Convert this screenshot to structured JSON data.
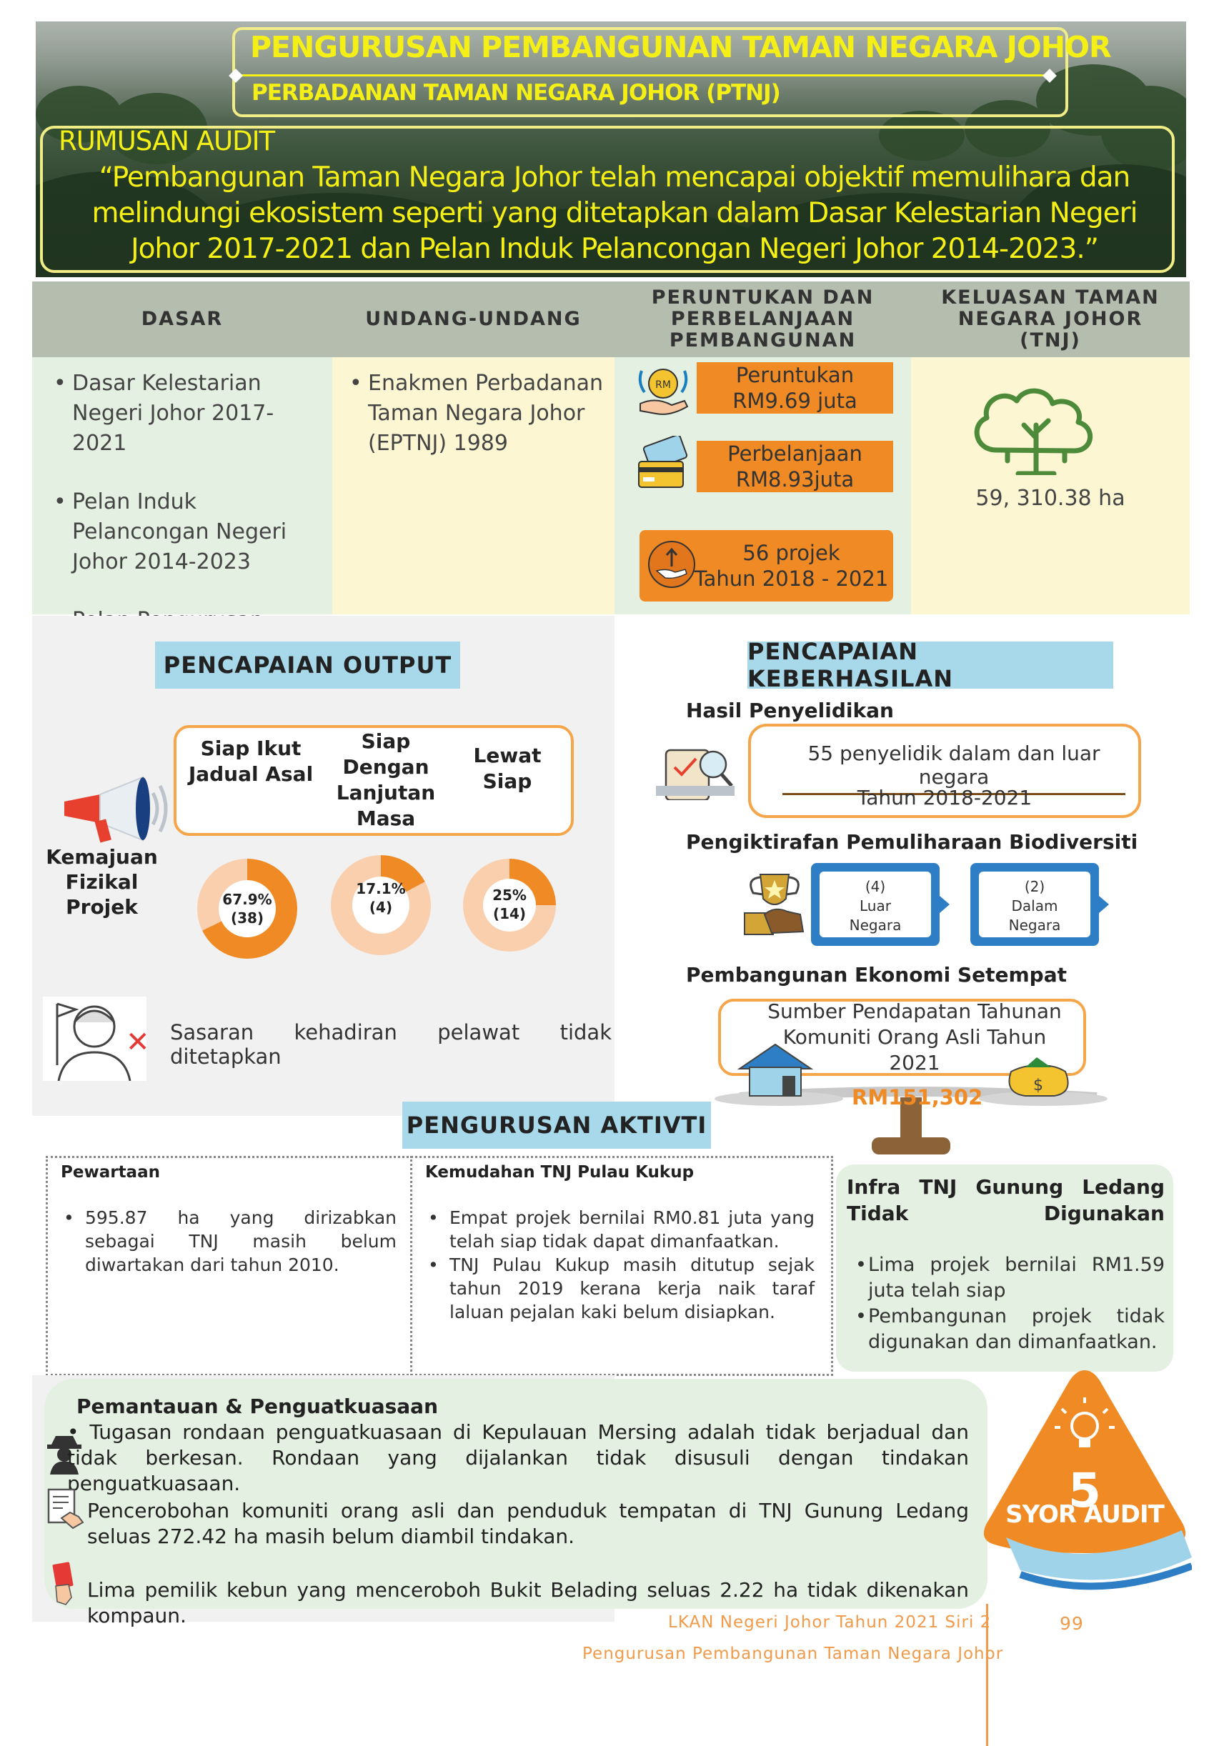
{
  "header": {
    "title": "PENGURUSAN PEMBANGUNAN TAMAN NEGARA JOHOR",
    "subtitle": "PERBADANAN TAMAN NEGARA JOHOR (PTNJ)",
    "rumusan_label": "RUMUSAN AUDIT",
    "rumusan_text": "“Pembangunan Taman Negara Johor telah mencapai objektif memulihara dan melindungi ekosistem seperti yang ditetapkan dalam Dasar Kelestarian Negeri Johor 2017-2021 dan Pelan Induk Pelancongan Negeri Johor 2014-2023.”"
  },
  "table": {
    "dasar": {
      "heading": "DASAR",
      "items": [
        "Dasar Kelestarian Negeri Johor 2017-2021",
        "Pelan Induk Pelancongan Negeri Johor 2014-2023",
        "Pelan Pengurusan Taman Negara Johor"
      ]
    },
    "undang": {
      "heading": "UNDANG-UNDANG",
      "items": [
        "Enakmen Perbadanan Taman Negara Johor (EPTNJ) 1989"
      ]
    },
    "peruntukan": {
      "heading": "PERUNTUKAN DAN PERBELANJAAN PEMBANGUNAN",
      "peruntukan_label": "Peruntukan",
      "peruntukan_value": "RM9.69 juta",
      "rm_icon_text": "RM",
      "perbelanjaan_label": "Perbelanjaan",
      "perbelanjaan_value": "RM8.93juta",
      "projek_count": "56 projek",
      "projek_years": "Tahun 2018 - 2021"
    },
    "keluasan": {
      "heading": "KELUASAN TAMAN NEGARA JOHOR (TNJ)",
      "value": "59, 310.38 ha"
    }
  },
  "output": {
    "title": "PENCAPAIAN OUTPUT",
    "categories": [
      "Siap Ikut Jadual Asal",
      "Siap Dengan Lanjutan Masa",
      "Lewat Siap"
    ],
    "kemajuan_label": "Kemajuan Fizikal Projek",
    "rings": [
      {
        "pct": "67.9%",
        "count": "(38)",
        "fraction": 0.679
      },
      {
        "pct": "17.1%",
        "count": "(4)",
        "fraction": 0.171
      },
      {
        "pct": "25%",
        "count": "(14)",
        "fraction": 0.25
      }
    ],
    "sasaran_text": "Sasaran kehadiran pelawat tidak ditetapkan"
  },
  "keberhasilan": {
    "title": "PENCAPAIAN KEBERHASILAN",
    "hasil_title": "Hasil Penyelidikan",
    "hasil_text": "55 penyelidik dalam dan luar negara",
    "hasil_years": "Tahun 2018-2021",
    "pengiktirafan_title": "Pengiktirafan Pemuliharaan Biodiversiti",
    "luar_count": "(4)",
    "luar_label": "Luar Negara",
    "dalam_count": "(2)",
    "dalam_label": "Dalam Negara",
    "ekonomi_title": "Pembangunan Ekonomi Setempat",
    "ekonomi_text": "Sumber Pendapatan Tahunan Komuniti Orang Asli Tahun 2021",
    "ekonomi_value": "RM151,302"
  },
  "aktiviti": {
    "title": "PENGURUSAN AKTIVTI",
    "pewartaan": {
      "title": "Pewartaan",
      "items": [
        "595.87 ha yang dirizabkan sebagai TNJ masih belum diwartakan dari tahun 2010."
      ]
    },
    "kemudahan": {
      "title": "Kemudahan TNJ Pulau Kukup",
      "items": [
        "Empat projek bernilai RM0.81 juta yang telah siap tidak dapat dimanfaatkan.",
        "TNJ Pulau Kukup masih ditutup sejak tahun 2019 kerana kerja naik taraf laluan pejalan kaki belum disiapkan."
      ]
    },
    "infra": {
      "title": "Infra TNJ Gunung Ledang Tidak Digunakan",
      "items": [
        "Lima projek bernilai RM1.59 juta telah siap",
        "Pembangunan projek tidak digunakan dan dimanfaatkan."
      ]
    }
  },
  "pemantauan": {
    "title": "Pemantauan & Penguatkuasaan",
    "items": [
      "Tugasan rondaan penguatkuasaan di Kepulauan Mersing adalah tidak berjadual dan tidak berkesan. Rondaan yang dijalankan tidak disusuli dengan tindakan penguatkuasaan.",
      "Pencerobohan komuniti orang asli dan penduduk tempatan di TNJ Gunung Ledang seluas 272.42 ha masih belum diambil tindakan.",
      "Lima pemilik kebun yang menceroboh Bukit Belading seluas 2.22 ha tidak dikenakan kompaun."
    ]
  },
  "syor": {
    "count": "5",
    "label": "SYOR AUDIT"
  },
  "footer": {
    "line1": "LKAN Negeri Johor Tahun 2021 Siri 2",
    "page": "99",
    "line2": "Pengurusan Pembangunan Taman Negara Johor"
  },
  "colors": {
    "orange": "#f08a24",
    "light_orange": "#f9cfae",
    "yellow_text": "#f4ef17",
    "green_bg": "#e4f0e1",
    "cream_bg": "#fcf6d2",
    "blue_pill": "#a8d9ea",
    "grey_head": "#b5bdae"
  }
}
